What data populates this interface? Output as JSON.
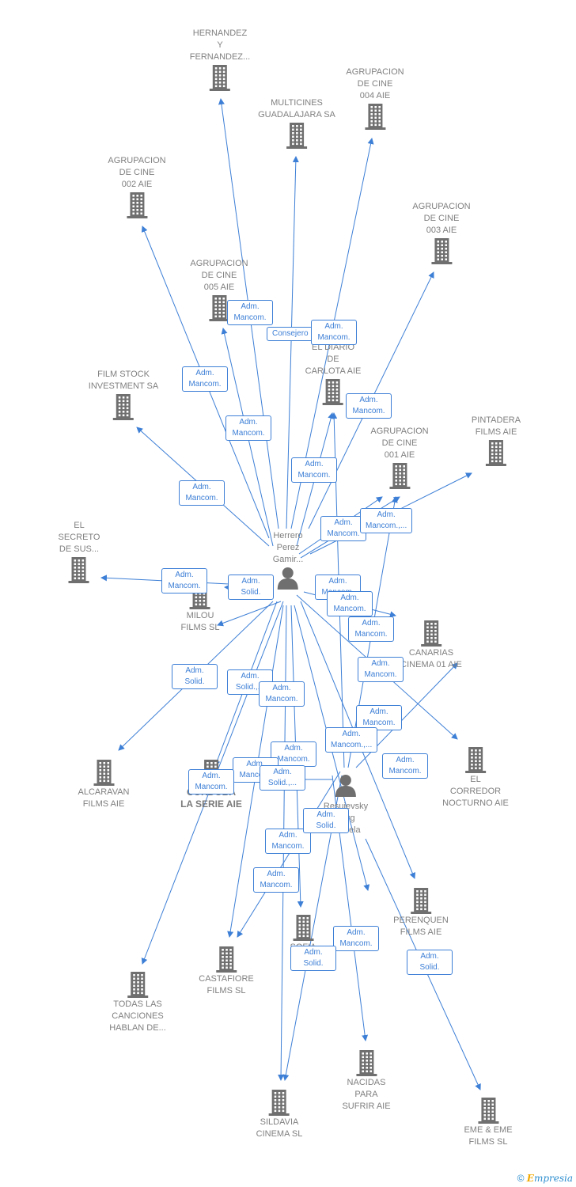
{
  "companies": [
    {
      "id": "hernandez",
      "label": "HERNANDEZ\nY\nFERNANDEZ..."
    },
    {
      "id": "multicines",
      "label": "MULTICINES\nGUADALAJARA SA"
    },
    {
      "id": "agr004",
      "label": "AGRUPACION\nDE CINE\n004 AIE"
    },
    {
      "id": "agr002",
      "label": "AGRUPACION\nDE CINE\n002 AIE"
    },
    {
      "id": "agr003",
      "label": "AGRUPACION\nDE CINE\n003 AIE"
    },
    {
      "id": "agr005",
      "label": "AGRUPACION\nDE CINE\n005 AIE"
    },
    {
      "id": "diario",
      "label": "EL DIARIO\nDE\nCARLOTA AIE"
    },
    {
      "id": "filmstock",
      "label": "FILM STOCK\nINVESTMENT SA"
    },
    {
      "id": "pintadera",
      "label": "PINTADERA\nFILMS AIE"
    },
    {
      "id": "agr001",
      "label": "AGRUPACION\nDE CINE\n001 AIE"
    },
    {
      "id": "secreto",
      "label": "EL\nSECRETO\nDE SUS..."
    },
    {
      "id": "milou",
      "label": "MILOU\nFILMS SL"
    },
    {
      "id": "canarias",
      "label": "CANARIAS\nCINEMA 01 AIE"
    },
    {
      "id": "corredor",
      "label": "EL\nCORREDOR\nNOCTURNO AIE"
    },
    {
      "id": "alcaravan",
      "label": "ALCARAVAN\nFILMS AIE"
    },
    {
      "id": "cordoba",
      "label": "CORDOBA\nLA SERIE AIE"
    },
    {
      "id": "perenquen",
      "label": "PERENQUEN\nFILMS AIE"
    },
    {
      "id": "sofia",
      "label": "SOFIA\nFILMS"
    },
    {
      "id": "castafiore",
      "label": "CASTAFIORE\nFILMS SL"
    },
    {
      "id": "todas",
      "label": "TODAS LAS\nCANCIONES\nHABLAN DE..."
    },
    {
      "id": "nacidas",
      "label": "NACIDAS\nPARA\nSUFRIR AIE"
    },
    {
      "id": "sildavia",
      "label": "SILDAVIA\nCINEMA  SL"
    },
    {
      "id": "eme",
      "label": "EME & EME\nFILMS  SL"
    }
  ],
  "persons": [
    {
      "id": "herrero",
      "label": "Herrero\nPerez\nGamir..."
    },
    {
      "id": "resujevsky",
      "label": "Resujevsky\nBerg\nDaniela"
    }
  ],
  "edge_labels": [
    {
      "id": "e1",
      "text": "Adm.\nMancom."
    },
    {
      "id": "e2",
      "text": "Consejero"
    },
    {
      "id": "e3",
      "text": "Adm.\nMancom."
    },
    {
      "id": "e4",
      "text": "Adm.\nMancom."
    },
    {
      "id": "e5",
      "text": "Adm.\nMancom."
    },
    {
      "id": "e6",
      "text": "Adm.\nMancom."
    },
    {
      "id": "e7",
      "text": "Adm.\nMancom."
    },
    {
      "id": "e8",
      "text": "Adm.\nMancom."
    },
    {
      "id": "e9",
      "text": "Adm.\nMancom."
    },
    {
      "id": "e10",
      "text": "Adm.\nMancom.,..."
    },
    {
      "id": "e11",
      "text": "Adm.\nMancom."
    },
    {
      "id": "e12",
      "text": "Adm.\nSolid."
    },
    {
      "id": "e13",
      "text": "Adm.\nMancom."
    },
    {
      "id": "e14",
      "text": "Adm.\nMancom."
    },
    {
      "id": "e15",
      "text": "Adm.\nMancom."
    },
    {
      "id": "e16",
      "text": "Adm.\nMancom."
    },
    {
      "id": "e17",
      "text": "Adm.\nSolid.,..."
    },
    {
      "id": "e18",
      "text": "Adm.\nSolid."
    },
    {
      "id": "e19",
      "text": "Adm.\nMancom."
    },
    {
      "id": "e20",
      "text": "Adm.\nMancom."
    },
    {
      "id": "e21",
      "text": "Adm.\nMancom.,..."
    },
    {
      "id": "e22",
      "text": "Adm.\nMancom."
    },
    {
      "id": "e23",
      "text": "Adm.\nMancom."
    },
    {
      "id": "e24",
      "text": "Adm.\nMancom."
    },
    {
      "id": "e25",
      "text": "Adm.\nMancom."
    },
    {
      "id": "e26",
      "text": "Adm.\nSolid.,..."
    },
    {
      "id": "e27",
      "text": "Adm.\nMancom."
    },
    {
      "id": "e28",
      "text": "Adm.\nSolid."
    },
    {
      "id": "e29",
      "text": "Adm.\nMancom."
    },
    {
      "id": "e30",
      "text": "Adm.\nMancom."
    },
    {
      "id": "e31",
      "text": "Adm.\nSolid."
    },
    {
      "id": "e32",
      "text": "Adm.\nSolid."
    }
  ],
  "footer": {
    "copyright": "©",
    "brand_first": "E",
    "brand_rest": "mpresia"
  },
  "colors": {
    "edge": "#3d7fd6",
    "icon": "#6f6f6f",
    "label": "#808080"
  },
  "icons": {
    "company": "building-icon",
    "person": "person-icon"
  }
}
